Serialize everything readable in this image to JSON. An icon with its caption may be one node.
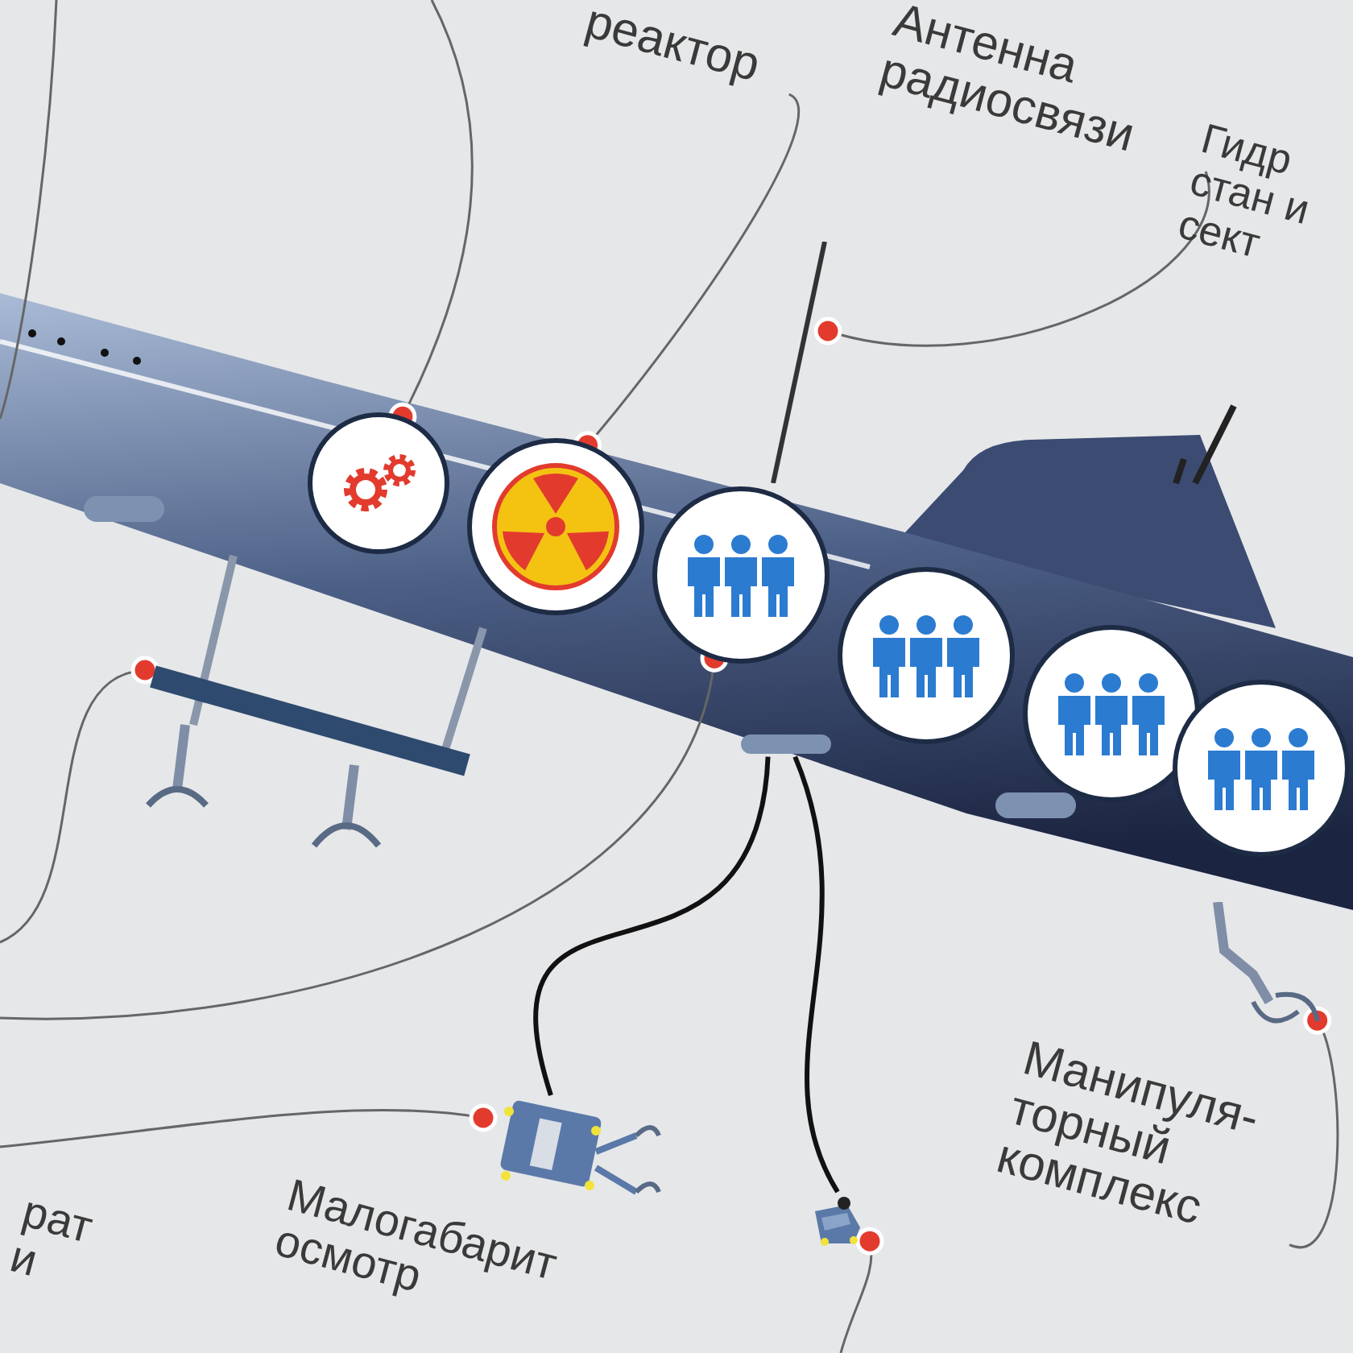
{
  "diagram": {
    "nodes": [
      {
        "text": [
          "реактор"
        ]
      },
      {
        "text": [
          "Антенна радиосвязи"
        ]
      },
      {
        "text": [
          "Манипуля- торный комплекс"
        ]
      },
      {
        "text": [],
        "shape": "circle"
      },
      {
        "text": [],
        "shape": "circle"
      },
      {
        "text": [],
        "shape": "circle"
      },
      {
        "text": [],
        "shape": "circle"
      },
      {
        "text": [],
        "shape": "circle"
      },
      {
        "text": [],
        "shape": "circle"
      },
      {
        "text": [],
        "shape": "picture"
      },
      {
        "text": [],
        "shape": "picture"
      },
      {
        "text": [],
        "shape": "picture"
      },
      {
        "text": [],
        "shape": "picture"
      },
      {
        "text": [],
        "shape": "picture"
      },
      {
        "text": [],
        "shape": "bar"
      }
    ],
    "edges": [
      {
        "from": 0,
        "to": 4,
        "arrow": "other"
      },
      {
        "from": 1,
        "to": 9,
        "arrow": "other"
      },
      {
        "from": 2,
        "to": 10,
        "arrow": "other"
      },
      {
        "from": null,
        "to": 3,
        "arrow": "other"
      },
      {
        "from": null,
        "to": 5,
        "arrow": "other"
      },
      {
        "from": null,
        "to": 13,
        "arrow": "other"
      },
      {
        "from": null,
        "to": 11,
        "arrow": "other"
      },
      {
        "from": null,
        "to": 12,
        "arrow": "other"
      },
      {
        "from": 14,
        "to": 11,
        "arrow": "none",
        "style": "thick",
        "color": "#111111"
      },
      {
        "from": 14,
        "to": 12,
        "arrow": "none",
        "style": "thick",
        "color": "#111111"
      }
    ],
    "labels": [
      "Гидр стан и сект",
      "рат и",
      "Малогабарит осмотр"
    ]
  }
}
